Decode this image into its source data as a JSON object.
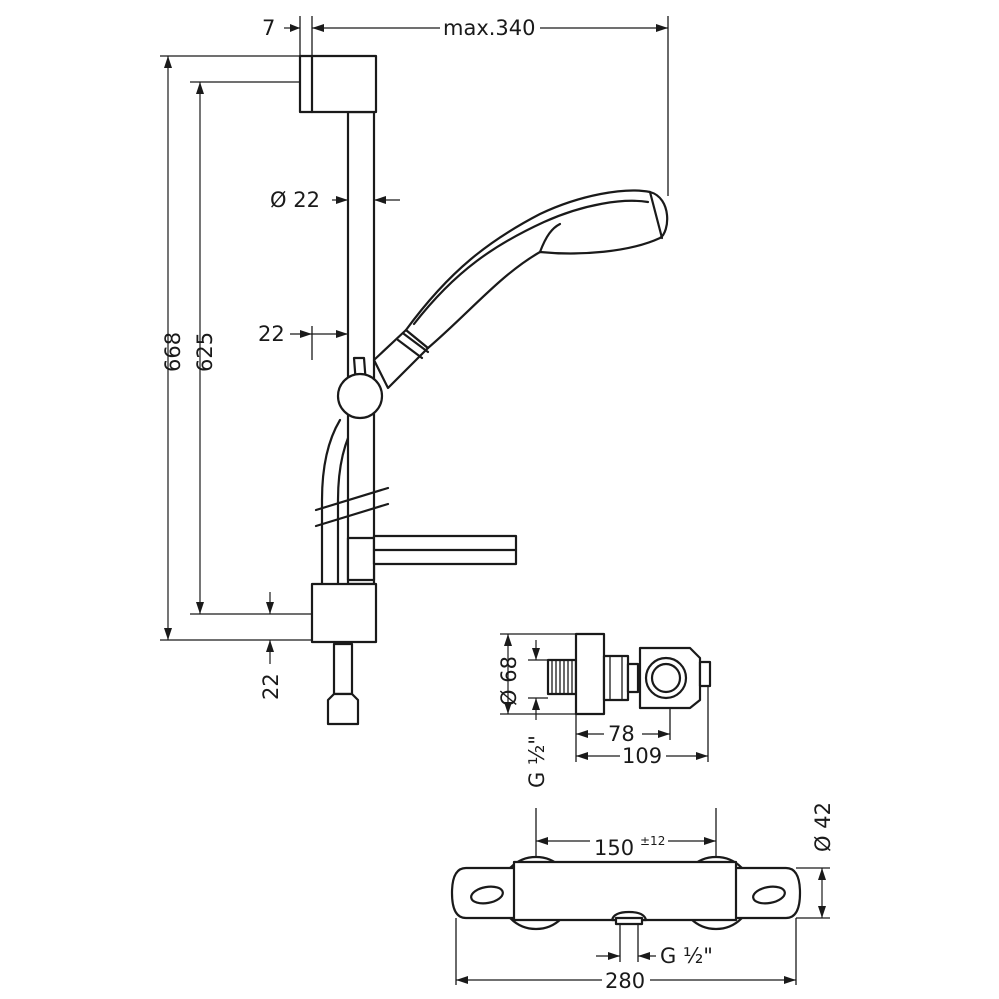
{
  "drawing": {
    "shower_set": {
      "dim_top_offset": "7",
      "dim_max_reach": "max.340",
      "dim_rail_diameter": "Ø 22",
      "dim_wall_gap": "22",
      "dim_total_height": "668",
      "dim_bracket_height": "625",
      "dim_bottom_offset": "22"
    },
    "wall_connector": {
      "dim_diameter": "Ø 68",
      "dim_thread": "G ½\"",
      "dim_depth_short": "78",
      "dim_depth_long": "109"
    },
    "thermostat": {
      "dim_centers": "150",
      "dim_tolerance": "±12",
      "dim_body_diameter": "Ø 42",
      "dim_outlet_thread": "G ½\"",
      "dim_width": "280"
    }
  }
}
